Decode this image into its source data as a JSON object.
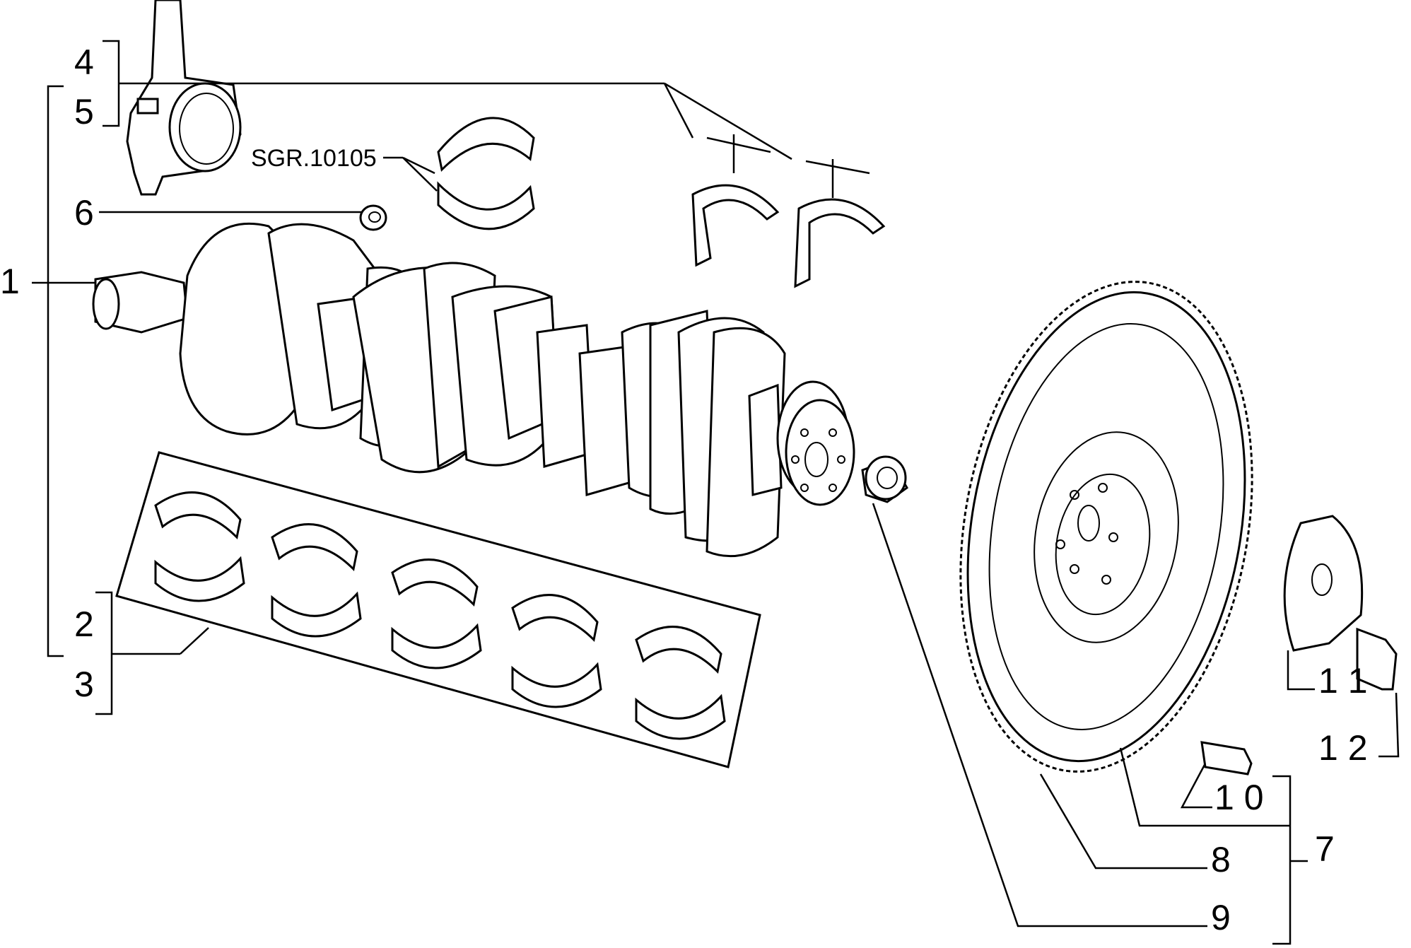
{
  "labels": {
    "l1": "1",
    "l2": "2",
    "l3": "3",
    "l4": "4",
    "l5": "5",
    "l6": "6",
    "l7": "7",
    "l8": "8",
    "l9": "9",
    "l10": "1 0",
    "l11": "1 1",
    "l12": "1 2"
  },
  "tool_ref": "SGR.10105"
}
